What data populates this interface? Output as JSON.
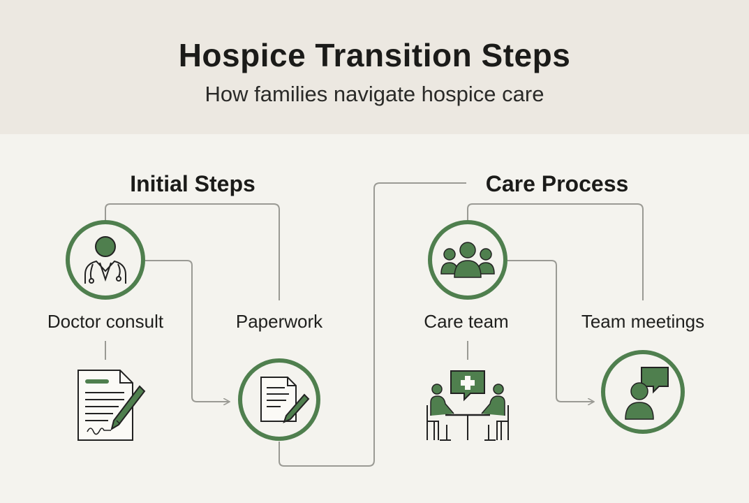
{
  "header": {
    "title": "Hospice Transition Steps",
    "subtitle": "How families navigate hospice care"
  },
  "sections": {
    "initial": {
      "title": "Initial Steps"
    },
    "care": {
      "title": "Care Process"
    }
  },
  "steps": {
    "doctor_consult": {
      "label": "Doctor consult",
      "icon": "doctor-icon"
    },
    "paperwork": {
      "label": "Paperwork",
      "icon": "document-pen-icon"
    },
    "care_team": {
      "label": "Care team",
      "icon": "group-icon"
    },
    "team_meetings": {
      "label": "Team meetings",
      "icon": "person-chat-icon"
    }
  },
  "colors": {
    "accent_green": "#4f7f4e",
    "connector": "#9a9a94",
    "header_bg": "#ece8e1",
    "page_bg": "#f4f3ee"
  }
}
